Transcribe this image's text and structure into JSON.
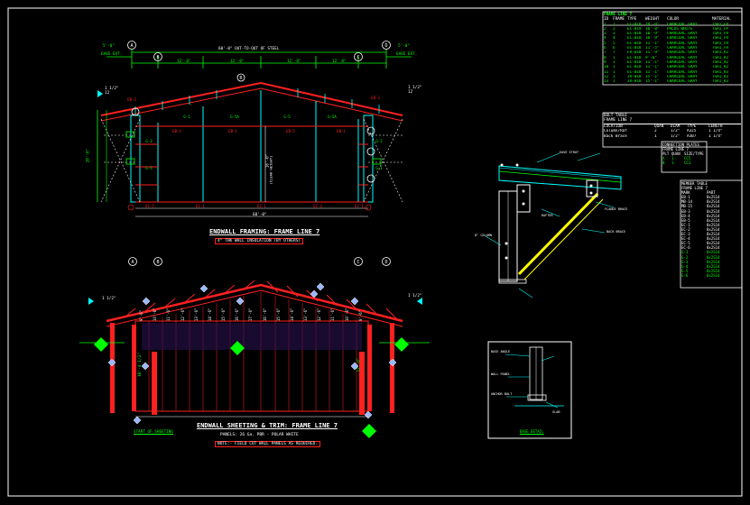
{
  "frame_tags": {
    "title": "FRAME LINE 7",
    "header": [
      "ID",
      "FRAME",
      "TYPE",
      "WEIGHT",
      "COLOR",
      "MATERIAL"
    ],
    "rows": [
      [
        "1",
        "1",
        "EC-018",
        "10'-0\"",
        "CHARCOAL GRAY",
        "TSR1_FP"
      ],
      [
        "2",
        "2",
        "EC-019",
        "10'-0\"",
        "PALOS WHITE",
        "TSR1_FP"
      ],
      [
        "3",
        "3",
        "EC-018",
        "10'-9\"",
        "CHARCOAL GRAY",
        "TSR1_FR"
      ],
      [
        "4",
        "4",
        "EC-018",
        "10'-9\"",
        "CHARCOAL GRAY",
        "TSR1_FR"
      ],
      [
        "5",
        "5",
        "EC-018",
        "11'-1\"",
        "CHARCOAL GRAY",
        "TSR1_FR"
      ],
      [
        "6",
        "6",
        "EC-018",
        "11'-5\"",
        "CHARCOAL GRAY",
        "TSR1_FR"
      ],
      [
        "7",
        "7",
        "FR-018",
        "11'-9\"",
        "CHARCOAL GRAY",
        "TSR1_R2"
      ],
      [
        "8",
        "1",
        "EC-018",
        "9'-6\"",
        "CHARCOAL GRAY",
        "TSR1_R2"
      ],
      [
        "9",
        "1",
        "EC-018",
        "11'-1\"",
        "CHARCOAL GRAY",
        "TSR1_R2"
      ],
      [
        "10",
        "1",
        "EC-018",
        "11'-1\"",
        "CHARCOAL GRAY",
        "TSR1_R2"
      ],
      [
        "11",
        "1",
        "EC-018",
        "11'-1\"",
        "CHARCOAL GRAY",
        "TSR1_R3"
      ],
      [
        "12",
        "3",
        "JR-018",
        "15'-1\"",
        "CHARCOAL GRAY",
        "TSR1_R3"
      ],
      [
        "13",
        "3",
        "JR-018",
        "15'-1\"",
        "CHARCOAL GRAY",
        "TSR1_R3"
      ]
    ]
  },
  "bolt_table": {
    "title": "BOLT TABLE",
    "subtitle": "FRAME LINE 7",
    "header": [
      "LOCATION",
      "QUAN",
      "DIAM",
      "TYPE",
      "LENGTH"
    ],
    "rows": [
      [
        "Column/Raf",
        "2",
        "1/2\"",
        "A325",
        "1 1/4\""
      ],
      [
        "Back Brace",
        "1",
        "1/2\"",
        "A307",
        "1 1/4\""
      ]
    ]
  },
  "connection_plates": {
    "title": "CONNECTION PLATES",
    "subtitle": "FRAME LINE 7",
    "header": [
      "PLT",
      "QUAN",
      "SIZE/TYPE"
    ],
    "rows": [
      [
        "A",
        "1",
        "CC5"
      ],
      [
        "B",
        "1",
        "CC3"
      ]
    ]
  },
  "member_table": {
    "title": "MEMBER TABLE",
    "subtitle": "FRAME LINE 7",
    "header": [
      "MARK",
      "PART"
    ],
    "rows": [
      [
        "EB-1",
        "8x2S14"
      ],
      [
        "MB-14",
        "8x2S14"
      ],
      [
        "MB-15",
        "8x2S14"
      ],
      [
        "EB-3",
        "8x2S14"
      ],
      [
        "EB-4",
        "8x2S14"
      ],
      [
        "EB-5",
        "8x2S14"
      ],
      [
        "EC-1",
        "8x2S14"
      ],
      [
        "EC-2",
        "8x2S14"
      ],
      [
        "EC-3",
        "8x2S14"
      ],
      [
        "EC-4",
        "8x2S14"
      ],
      [
        "EC-5",
        "8x2S14"
      ],
      [
        "EC-6",
        "8x2S14"
      ],
      [
        "G-1",
        "8x2S14"
      ],
      [
        "G-2",
        "8x2S14"
      ],
      [
        "G-3",
        "8x2S14"
      ],
      [
        "G-4",
        "8x2S14"
      ],
      [
        "G-5",
        "8x2S14"
      ],
      [
        "G-6",
        "8x2S14"
      ]
    ]
  },
  "endwall_framing": {
    "title": "ENDWALL FRAMING: FRAME LINE 7",
    "note": "4\" THK WALL INSULATION (BY OTHERS)",
    "overall_dim": "60'-0\" OUT-TO-OUT OF STEEL",
    "bottom_dim": "60'-0\"",
    "left_extension": "EAVE EXT.",
    "right_extension": "EAVE EXT.",
    "slope": "1 1/2\"",
    "slope_run": "12",
    "eave_height": "20'-0\"",
    "clear_label": "16'-0\"",
    "clear_note": "(CLEAR HEIGHT)",
    "grid_labels": [
      "A",
      "B",
      "C",
      "D"
    ],
    "spans": [
      "5'-0\"",
      "12'-0\"",
      "12'-0\"",
      "12'-0\"",
      "12'-0\"",
      "5'-0\""
    ]
  },
  "endwall_sheeting": {
    "title": "ENDWALL SHEETING & TRIM: FRAME LINE 7",
    "panels": "PANELS: 26 Ga. PBR - POLAR WHITE",
    "note": "NOTE:- FIELD CUT WALL PANELS AS REQUIRED.",
    "start": "START OF SHEETING",
    "grid_labels": [
      "A",
      "B",
      "C",
      "D"
    ],
    "panel_lengths": [
      "9'-6\"",
      "10'-6\"",
      "11'-6\"",
      "12'-6\"",
      "13'-6\"",
      "14'-6\"",
      "15'-6\"",
      "16'-6\"",
      "17'-6\"",
      "16'-6\"",
      "15'-6\"",
      "14'-6\"",
      "13'-6\"",
      "12'-6\"",
      "11'-6\"",
      "10'-6\"",
      "9'-6\""
    ],
    "opening_height": "10'-4 1/2\"",
    "door_height": "12'-0\""
  },
  "section_detail": {
    "callouts": [
      "EAVE STRUT",
      "RAFTER",
      "8\" COLUMN",
      "FLANGE BRACE",
      "BACK BRACE"
    ]
  },
  "base_detail": {
    "title": "BASE DETAIL",
    "callouts": [
      "BASE ANGLE",
      "WALL PANEL",
      "ANCHOR BOLT",
      "SLAB"
    ]
  },
  "colors": {
    "background": "#000000",
    "steel": "#00ffff",
    "member": "#ff2020",
    "dims": "#00ff00",
    "notes": "#ffff00"
  }
}
